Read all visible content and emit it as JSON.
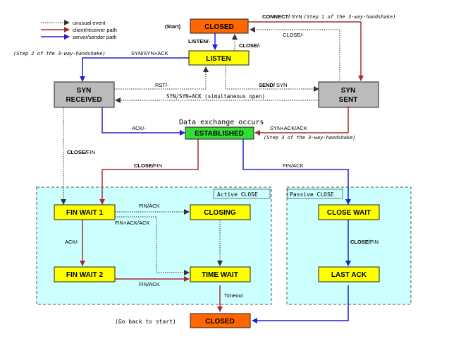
{
  "colors": {
    "unusual": "#333333",
    "client": "#a03030",
    "server": "#2020d0",
    "yellow_state": "#ffff00",
    "orange_state": "#ff6600",
    "green_state": "#33dd33",
    "gray_state": "#bbbbbb",
    "region_fill": "#ccffff"
  },
  "legend": {
    "unusual": "unusual event",
    "client": "client/receiver path",
    "server": "server/sender path"
  },
  "regions": {
    "active": "Active CLOSE",
    "passive": "Passive CLOSE"
  },
  "states": {
    "closed_top": "CLOSED",
    "listen": "LISTEN",
    "syn_received_1": "SYN",
    "syn_received_2": "RECEIVED",
    "syn_sent_1": "SYN",
    "syn_sent_2": "SENT",
    "established": "ESTABLISHED",
    "fin_wait_1": "FIN WAIT 1",
    "closing": "CLOSING",
    "fin_wait_2": "FIN WAIT 2",
    "time_wait": "TIME WAIT",
    "close_wait": "CLOSE WAIT",
    "last_ack": "LAST ACK",
    "closed_bottom": "CLOSED"
  },
  "labels": {
    "start": "(Start)",
    "connect_bold": "CONNECT/",
    "connect_rest": " SYN ",
    "connect_step": "(Step 1 of the 3-way-handshake)",
    "close_top": "CLOSE/-",
    "listen_trans": "LISTEN/-",
    "close_listen": "CLOSE/-",
    "step2_note": "(Step 2 of the 3-way-handshake)",
    "syn_synack": "SYN/SYN+ACK",
    "rst": "RST/-",
    "send_bold": "SEND/",
    "send_rest": " SYN",
    "simultaneous": "SYN/SYN+ACK (simultaneous open)",
    "data_exchange": "Data exchange occurs",
    "ack_dash": "ACK/-",
    "synack_ack": "SYN+ACK/ACK",
    "step3_note": "(Step 3 of the 3-way-handshake)",
    "close_fin_left_bold": "CLOSE/",
    "close_fin_left_rest": "FIN",
    "close_fin_mid_bold": "CLOSE/",
    "close_fin_mid_rest": "FIN",
    "fin_ack_right": "FIN/ACK",
    "fin_ack_closing": "FIN/ACK",
    "finack_ack": "FIN+ACK/ACK",
    "ack_fw2": "ACK/-",
    "fin_ack_fw2": "FIN/ACK",
    "close_fin_passive_bold": "CLOSE/",
    "close_fin_passive_rest": "FIN",
    "timeout": "Timeout",
    "go_back": "(Go back to start)"
  }
}
